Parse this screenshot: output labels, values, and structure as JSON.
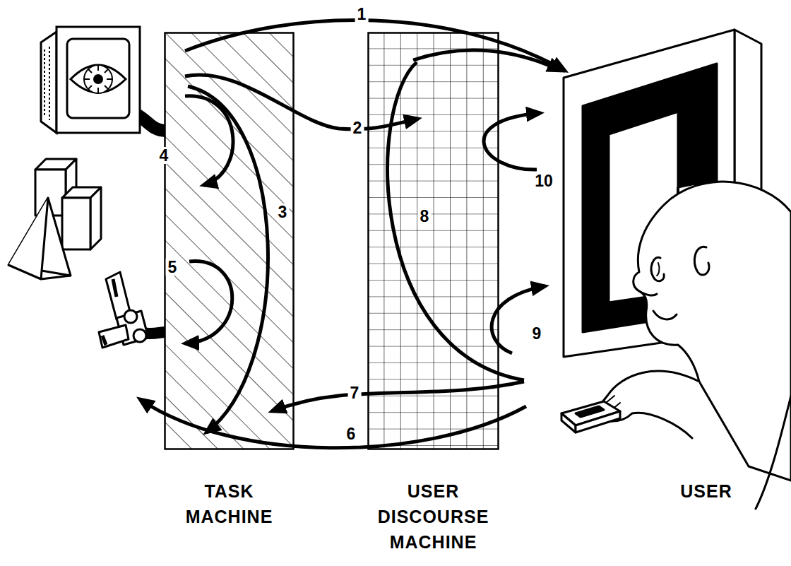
{
  "diagram": {
    "nodes": [
      {
        "text": [
          "TASK MACHINE"
        ]
      },
      {
        "text": [
          "USER DISCOURSE MACHINE"
        ]
      },
      {
        "text": [
          "USER"
        ]
      }
    ],
    "labels": [
      "1",
      "2",
      "3",
      "4",
      "5",
      "6",
      "7",
      "8",
      "9",
      "10"
    ]
  }
}
